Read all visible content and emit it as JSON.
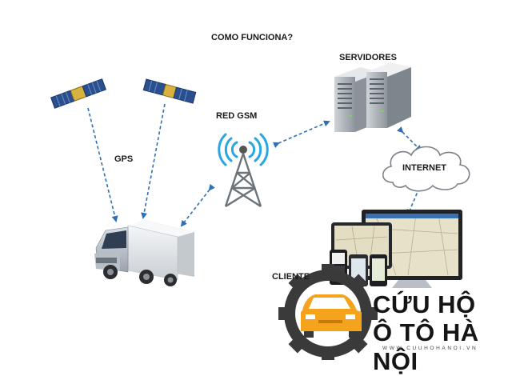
{
  "title": "COMO FUNCIONA?",
  "labels": {
    "servers": "SERVIDORES",
    "gsm": "RED GSM",
    "gps": "GPS",
    "internet": "INTERNET",
    "client": "CLIENTE"
  },
  "logo": {
    "line1": "CỨU HỘ",
    "line2": "Ô TÔ HÀ NỘI",
    "url": "WWW.CUUHOHANOI.VN"
  },
  "colors": {
    "arrow": "#2f6fb5",
    "logo_gear": "#3a3a3a",
    "logo_car": "#f5a21d",
    "signal": "#2aa6e0"
  }
}
